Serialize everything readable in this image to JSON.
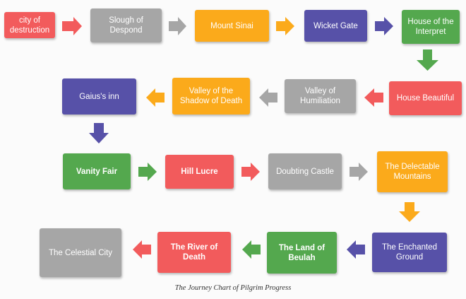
{
  "diagram": {
    "nodes": [
      {
        "id": "n1",
        "label": "city of\ndestruction",
        "color": "#f25b5c"
      },
      {
        "id": "n2",
        "label": "Slough of\nDespond",
        "color": "#a6a6a6"
      },
      {
        "id": "n3",
        "label": "Mount Sinai",
        "color": "#fbaa1b"
      },
      {
        "id": "n4",
        "label": "Wicket Gate",
        "color": "#5751a8"
      },
      {
        "id": "n5",
        "label": "House of the\nInterpret",
        "color": "#54a84e"
      },
      {
        "id": "n6",
        "label": "House Beautiful",
        "color": "#f25b5c"
      },
      {
        "id": "n7",
        "label": "Valley of\nHumiliation",
        "color": "#a6a6a6"
      },
      {
        "id": "n8",
        "label": "Valley of the\nShadow of Death",
        "color": "#fbaa1b"
      },
      {
        "id": "n9",
        "label": "Gaius's inn",
        "color": "#5751a8"
      },
      {
        "id": "n10",
        "label": "Vanity Fair",
        "color": "#54a84e"
      },
      {
        "id": "n11",
        "label": "Hill Lucre",
        "color": "#f25b5c"
      },
      {
        "id": "n12",
        "label": "Doubting Castle",
        "color": "#a6a6a6"
      },
      {
        "id": "n13",
        "label": "The Delectable\nMountains",
        "color": "#fbaa1b"
      },
      {
        "id": "n14",
        "label": "The Enchanted\nGround",
        "color": "#5751a8"
      },
      {
        "id": "n15",
        "label": "The Land of\nBeulah",
        "color": "#54a84e"
      },
      {
        "id": "n16",
        "label": "The River of Death",
        "color": "#f25b5c"
      },
      {
        "id": "n17",
        "label": "The Celestial City",
        "color": "#a6a6a6"
      }
    ],
    "edges": [
      [
        "n1",
        "n2"
      ],
      [
        "n2",
        "n3"
      ],
      [
        "n3",
        "n4"
      ],
      [
        "n4",
        "n5"
      ],
      [
        "n5",
        "n6"
      ],
      [
        "n6",
        "n7"
      ],
      [
        "n7",
        "n8"
      ],
      [
        "n8",
        "n9"
      ],
      [
        "n9",
        "n10"
      ],
      [
        "n10",
        "n11"
      ],
      [
        "n11",
        "n12"
      ],
      [
        "n12",
        "n13"
      ],
      [
        "n13",
        "n14"
      ],
      [
        "n14",
        "n15"
      ],
      [
        "n15",
        "n16"
      ],
      [
        "n16",
        "n17"
      ]
    ]
  },
  "caption": "The Journey Chart of Pilgrim Progress"
}
